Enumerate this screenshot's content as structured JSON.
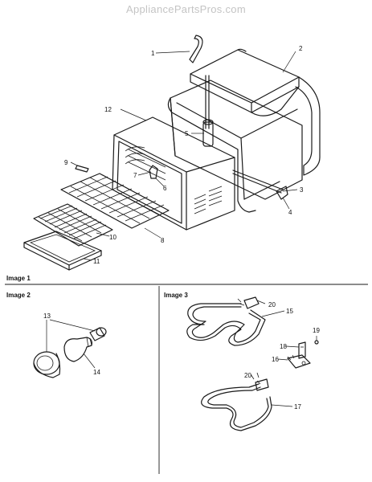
{
  "watermark": "AppliancePartsPros.com",
  "section_labels": {
    "image1": "Image 1",
    "image2": "Image 2",
    "image3": "Image 3"
  },
  "callouts": {
    "c1": "1",
    "c2": "2",
    "c3": "3",
    "c4": "4",
    "c5": "5",
    "c6": "6",
    "c7": "7",
    "c8": "8",
    "c9": "9",
    "c10": "10",
    "c11": "11",
    "c12": "12",
    "c13": "13",
    "c14": "14",
    "c15": "15",
    "c16": "16",
    "c17": "17",
    "c18": "18",
    "c19": "19",
    "c20a": "20",
    "c20b": "20"
  }
}
